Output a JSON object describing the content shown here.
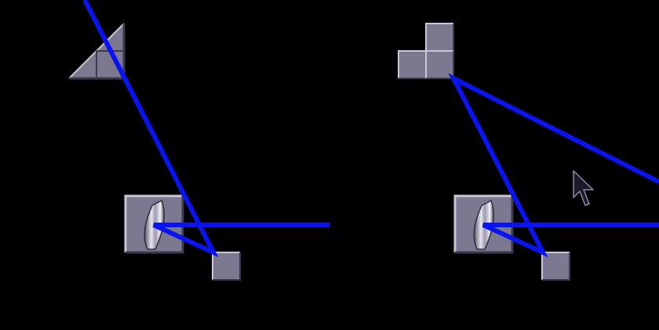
{
  "scene": {
    "background_color": "#000000",
    "beam_color": "#0a14f0",
    "block_face_color": "#7b7890",
    "block_light_color": "#c9c6d8",
    "block_dark_color": "#3c3a4c",
    "cursor_icon": "arrow-cursor-icon"
  },
  "panels": [
    {
      "id": "left",
      "pieces": [
        "triangle-deflector",
        "crystal-emitter",
        "square-target"
      ]
    },
    {
      "id": "right",
      "pieces": [
        "l-tromino-deflector",
        "crystal-emitter",
        "square-target"
      ]
    }
  ]
}
